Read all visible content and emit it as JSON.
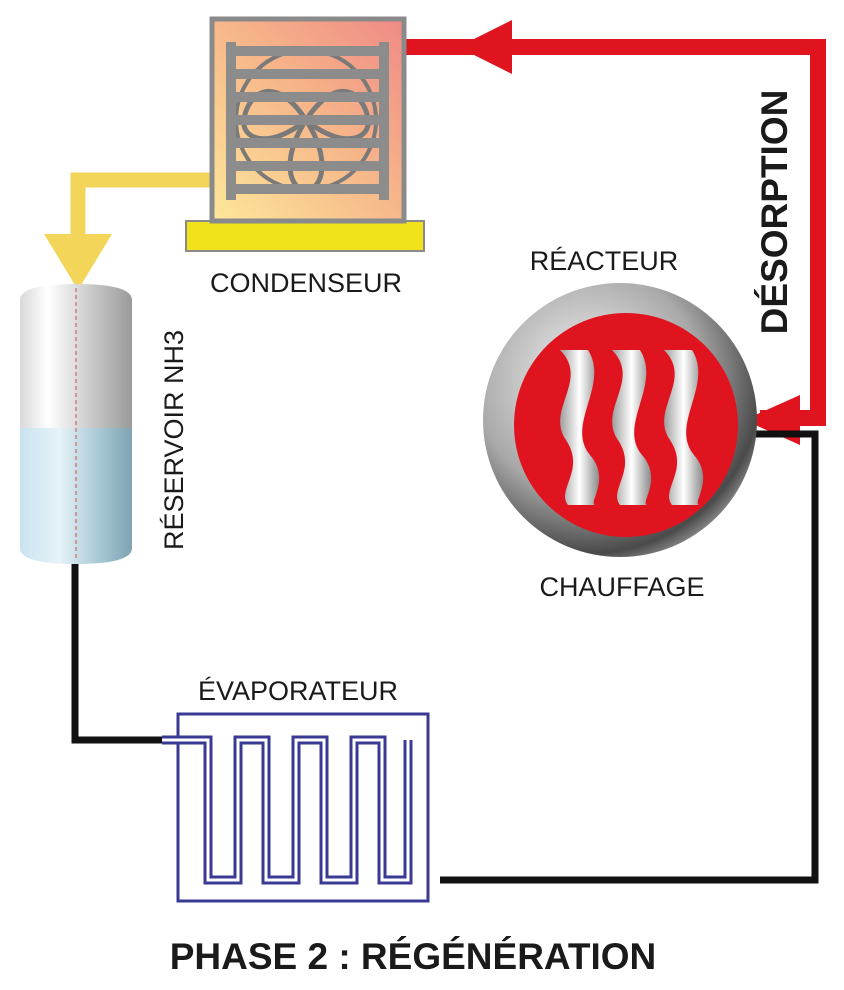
{
  "labels": {
    "condenser": "CONDENSEUR",
    "reservoir": "RÉSERVOIR NH3",
    "reactor": "RÉACTEUR",
    "heating": "CHAUFFAGE",
    "evaporator": "ÉVAPORATEUR",
    "desorption": "DÉSORPTION",
    "phase_title": "PHASE 2 : RÉGÉNÉRATION"
  },
  "colors": {
    "desorption_flow": "#e0141e",
    "liquid_flow": "#f3d55a",
    "pipe": "#111111",
    "evaporator_coil": "#3a3a94",
    "reactor_core": "#e0141e",
    "reservoir_liquid": "#bcd8e6",
    "condenser_tray": "#f2e21c"
  },
  "icons": {
    "condenser": "condenser-fan-icon",
    "reactor": "heating-waves-icon",
    "reservoir": "tank-icon",
    "evaporator": "serpentine-coil-icon"
  }
}
